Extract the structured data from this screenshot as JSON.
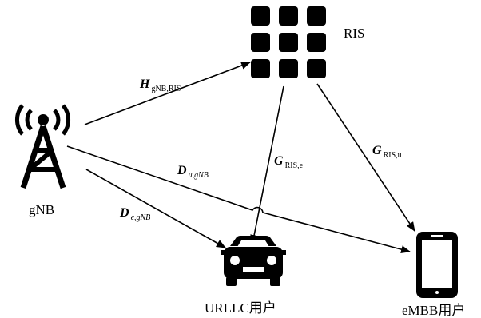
{
  "nodes": {
    "gnb": "gNB",
    "ris": "RIS",
    "urllc": "URLLC用户",
    "embb": "eMBB用户"
  },
  "links": {
    "h_gnb_ris": {
      "sym": "H",
      "sub": "gNB,RIS"
    },
    "d_u_gnb": {
      "sym": "D",
      "sub": "u,gNB"
    },
    "d_e_gnb": {
      "sym": "D",
      "sub": "e,gNB"
    },
    "g_ris_e": {
      "sym": "G",
      "sub": "RIS,e"
    },
    "g_ris_u": {
      "sym": "G",
      "sub": "RIS,u"
    }
  },
  "icons": {
    "gnb": "cell-tower-icon",
    "ris": "ris-grid-icon",
    "urllc": "car-icon",
    "embb": "smartphone-icon"
  }
}
